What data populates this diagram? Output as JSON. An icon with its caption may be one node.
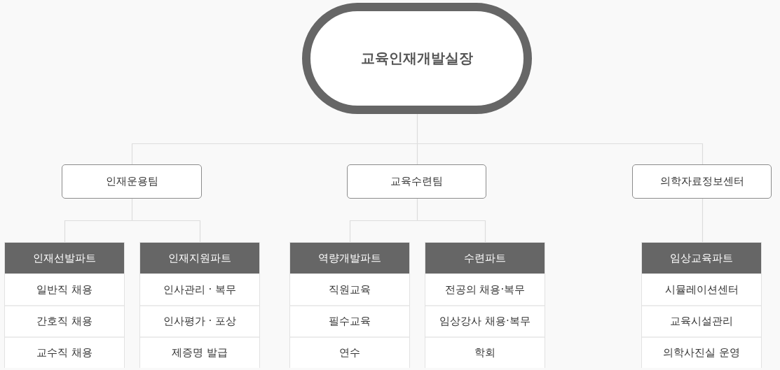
{
  "diagram": {
    "nodes": [
      {
        "text": [
          "교육인재개발실장"
        ]
      },
      {
        "text": [
          "인재운용팀"
        ]
      },
      {
        "text": [
          "교육수련팀"
        ]
      },
      {
        "text": [
          "의학자료정보센터"
        ]
      },
      {
        "text": [
          "인재선발파트"
        ]
      },
      {
        "text": [
          "일반직 채용"
        ],
        "in": 4
      },
      {
        "text": [
          "간호직 채용"
        ],
        "in": 4
      },
      {
        "text": [
          "교수직 채용"
        ],
        "in": 4
      },
      {
        "text": [
          "인재지원파트"
        ]
      },
      {
        "text": [
          "인사관리 · 복무"
        ],
        "in": 8
      },
      {
        "text": [
          "인사평가 · 포상"
        ],
        "in": 8
      },
      {
        "text": [
          "제증명 발급"
        ],
        "in": 8
      },
      {
        "text": [
          "역량개발파트"
        ]
      },
      {
        "text": [
          "직원교육"
        ],
        "in": 12
      },
      {
        "text": [
          "필수교육"
        ],
        "in": 12
      },
      {
        "text": [
          "연수"
        ],
        "in": 12
      },
      {
        "text": [
          "수련파트"
        ]
      },
      {
        "text": [
          "전공의 채용·복무"
        ],
        "in": 16
      },
      {
        "text": [
          "임상강사 채용·복무"
        ],
        "in": 16
      },
      {
        "text": [
          "학회"
        ],
        "in": 16
      },
      {
        "text": [
          "임상교육파트"
        ]
      },
      {
        "text": [
          "시뮬레이션센터"
        ],
        "in": 20
      },
      {
        "text": [
          "교육시설관리"
        ],
        "in": 20
      },
      {
        "text": [
          "의학사진실 운영"
        ],
        "in": 20
      }
    ],
    "edges": [
      {
        "from": 0,
        "to": 1,
        "arrow": "none"
      },
      {
        "from": 0,
        "to": 2,
        "arrow": "none"
      },
      {
        "from": 0,
        "to": 3,
        "arrow": "none"
      },
      {
        "from": 1,
        "to": 4,
        "arrow": "none"
      },
      {
        "from": 1,
        "to": 8,
        "arrow": "none"
      },
      {
        "from": 2,
        "to": 12,
        "arrow": "none"
      },
      {
        "from": 2,
        "to": 16,
        "arrow": "none"
      },
      {
        "from": 3,
        "to": 20,
        "arrow": "none"
      }
    ]
  }
}
